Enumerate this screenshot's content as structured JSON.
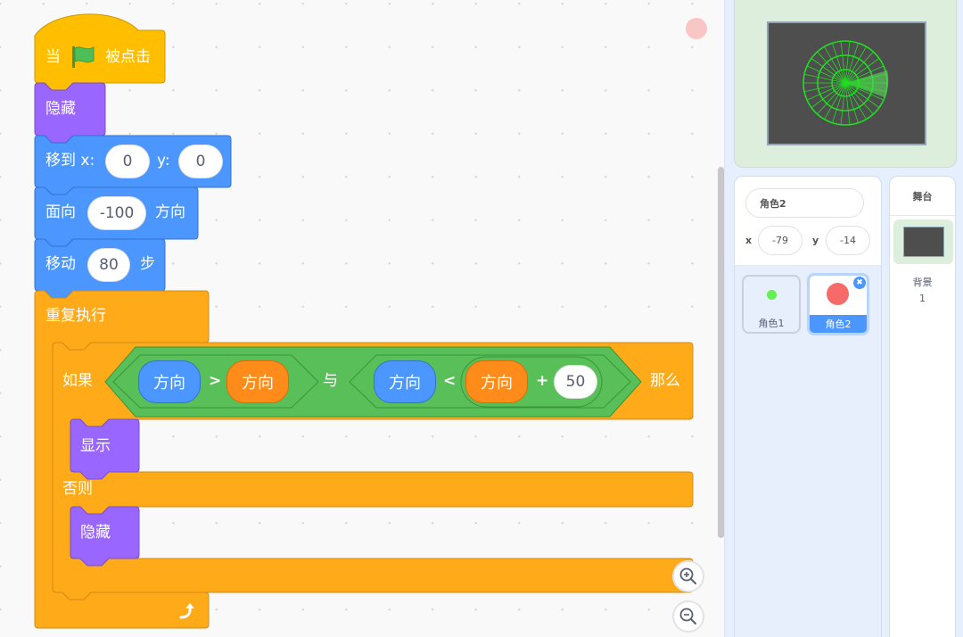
{
  "colors": {
    "events": "#ffbf00",
    "looks": "#9966ff",
    "motion": "#4c97ff",
    "control": "#ffab19",
    "operators": "#59c059",
    "sensing_reporter": "#ff8c1a",
    "workspace_bg": "#f9f9f9",
    "stage_bg": "#4e4e4e",
    "radar_green": "#22dd22"
  },
  "script": {
    "hat": {
      "prefix": "当",
      "icon": "green-flag-icon",
      "suffix": "被点击"
    },
    "hide_1": {
      "label": "隐藏"
    },
    "goto": {
      "label": "移到 x:",
      "x": "0",
      "y_label": "y:",
      "y": "0"
    },
    "point": {
      "label": "面向",
      "value": "-100",
      "suffix": "方向"
    },
    "move": {
      "label": "移动",
      "value": "80",
      "suffix": "步"
    },
    "forever": {
      "label": "重复执行",
      "icon": "loop-arrow-icon"
    },
    "if_else": {
      "if_label": "如果",
      "then_label": "那么",
      "else_label": "否则",
      "condition": {
        "and_label": "与",
        "left": {
          "a": "方向",
          "op": ">",
          "b": "方向"
        },
        "right": {
          "a": "方向",
          "op": "<",
          "b": "方向",
          "plus": "+",
          "num": "50"
        }
      },
      "then_block": {
        "label": "显示"
      },
      "else_block": {
        "label": "隐藏"
      }
    }
  },
  "zoom_controls": {
    "zoom_in": "zoom-in-icon",
    "zoom_out": "zoom-out-icon"
  },
  "stage": {
    "radar": {
      "rings": 3,
      "spokes": 30,
      "sweep_direction_deg": 100
    }
  },
  "sprite_info": {
    "name": "角色2",
    "x_label": "x",
    "x": "-79",
    "y_label": "y",
    "y": "-14"
  },
  "sprites": [
    {
      "name": "角色1",
      "color": "#66ee55",
      "selected": false
    },
    {
      "name": "角色2",
      "color": "#f76a6a",
      "selected": true
    }
  ],
  "stage_pane": {
    "title": "舞台",
    "backdrop_label": "背景",
    "backdrop_count": "1"
  }
}
